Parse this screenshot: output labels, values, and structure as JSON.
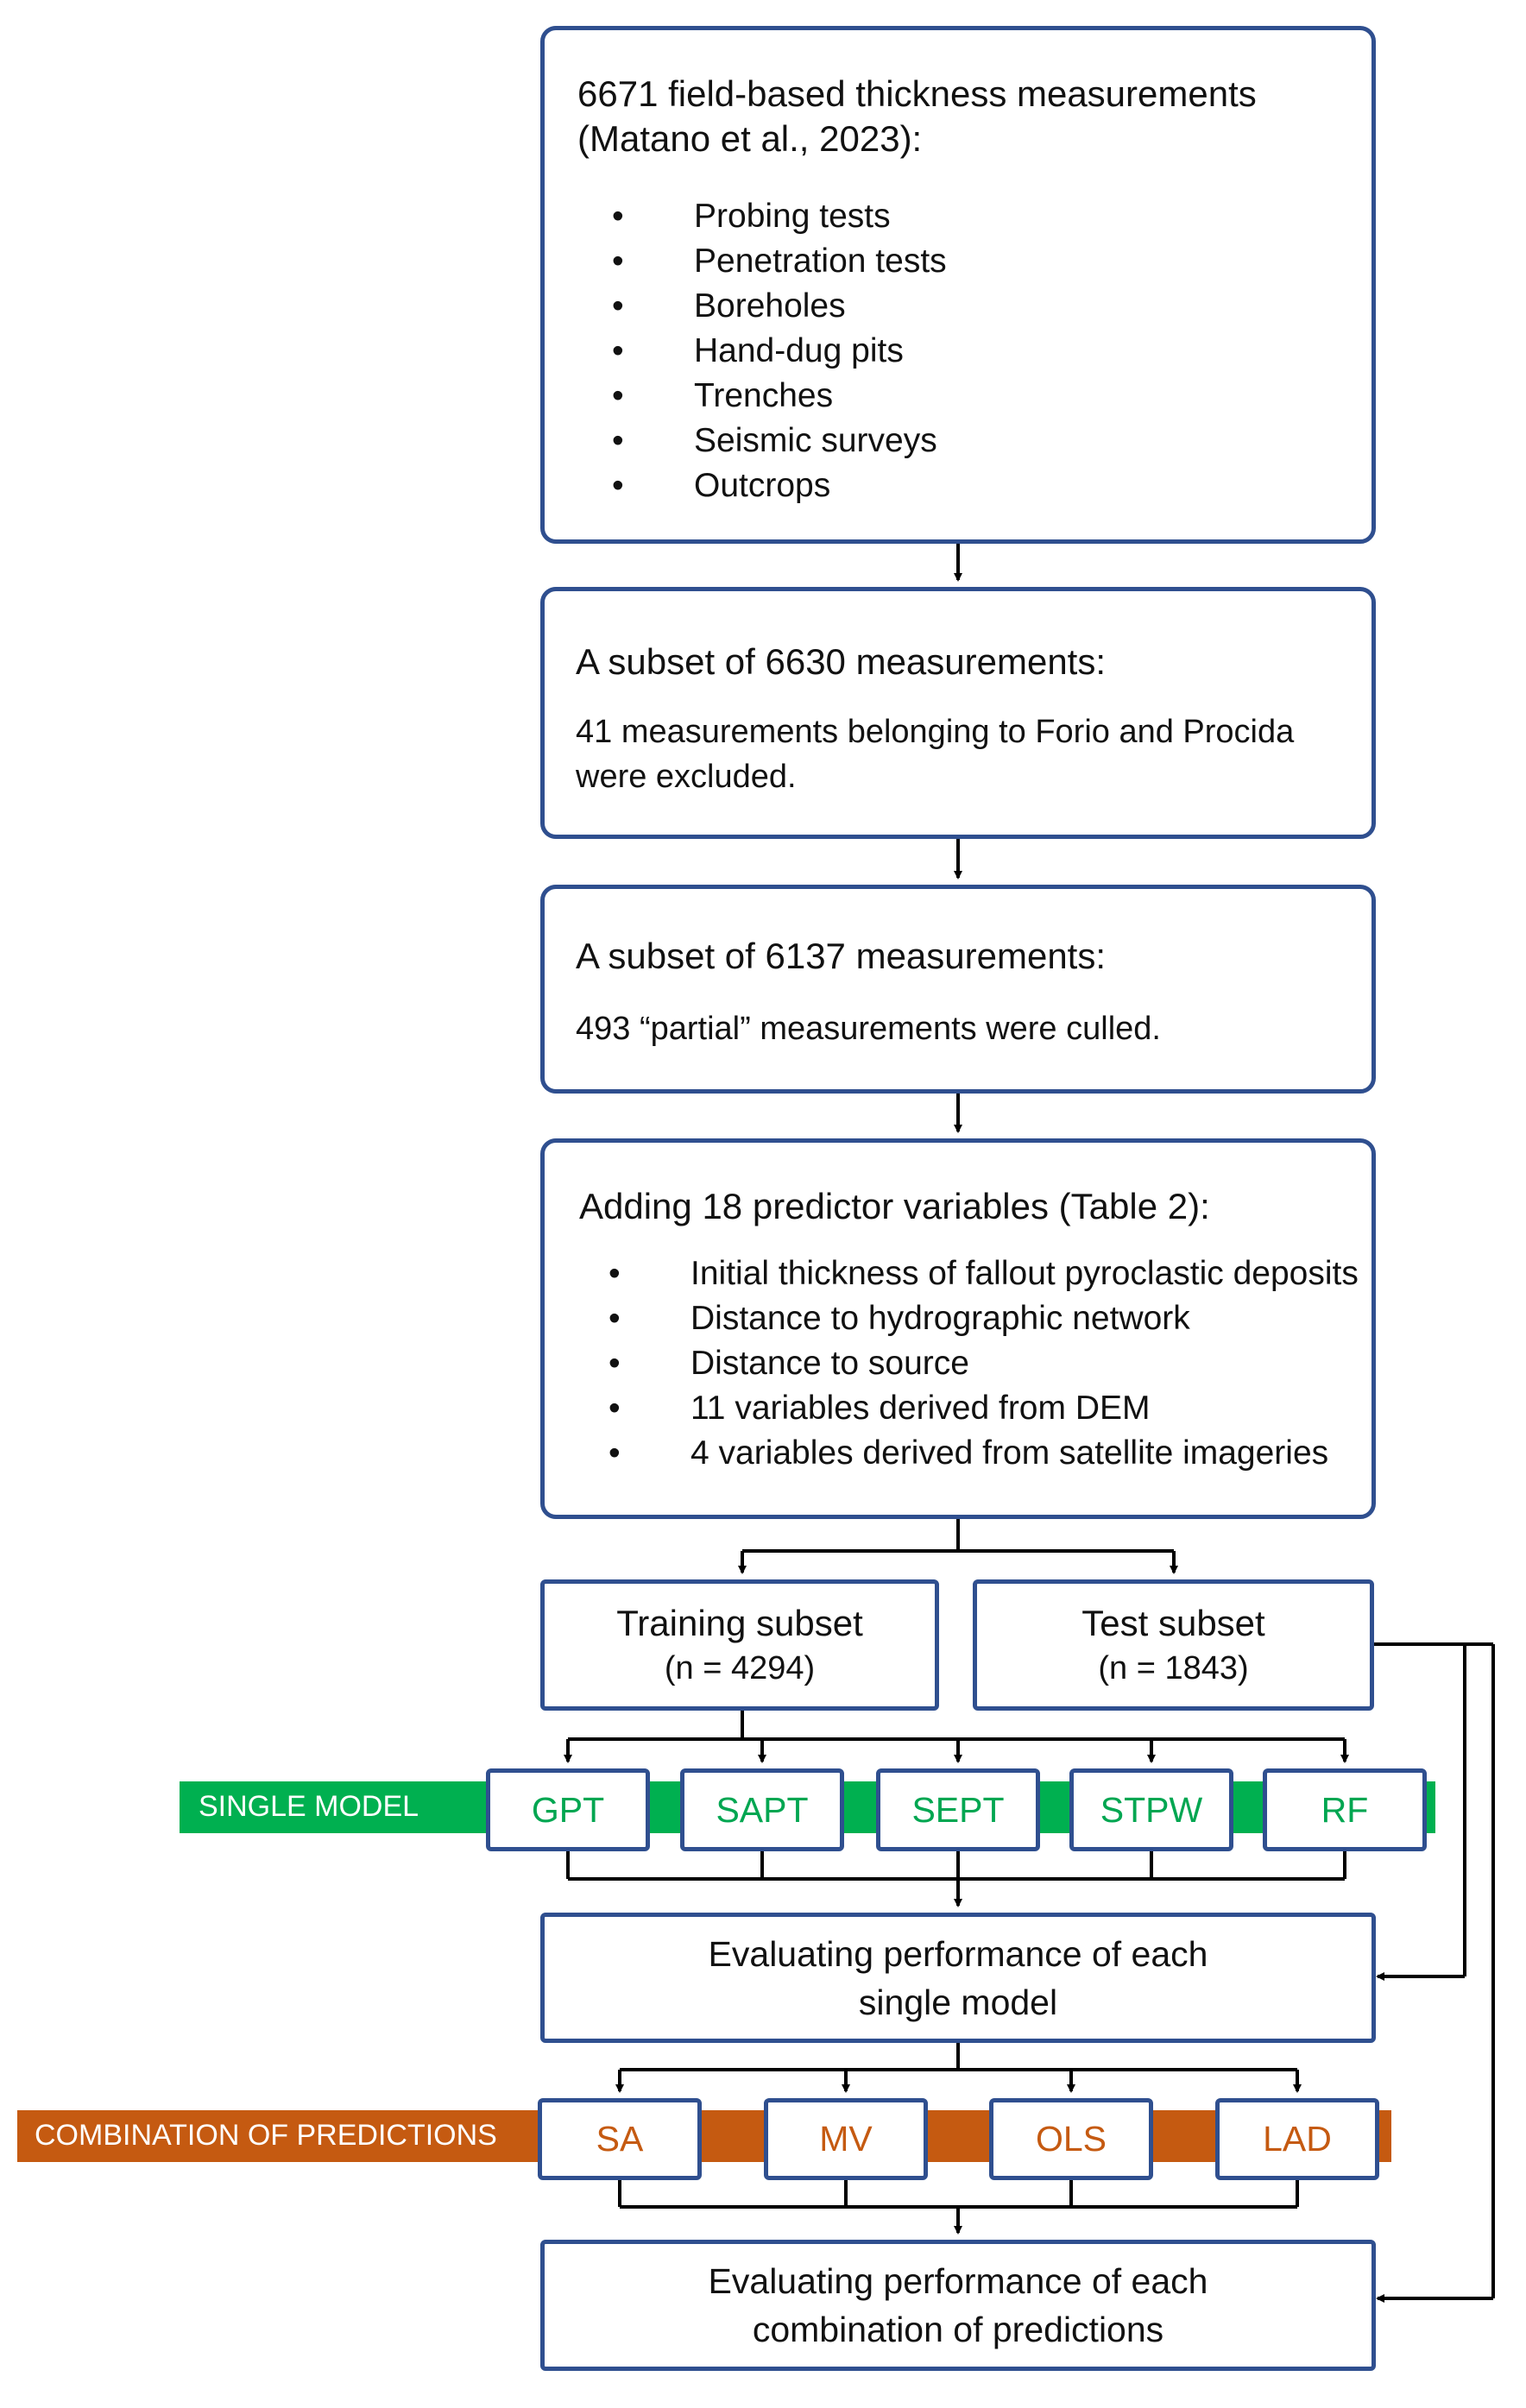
{
  "box1": {
    "title_line1": "6671 field-based thickness measurements",
    "title_line2": "(Matano et al., 2023):",
    "bullets": [
      "Probing tests",
      "Penetration tests",
      "Boreholes",
      "Hand-dug pits",
      "Trenches",
      "Seismic surveys",
      "Outcrops"
    ]
  },
  "box2": {
    "title": "A subset of 6630 measurements:",
    "line1": "41  measurements  belonging  to  Forio  and  Procida",
    "line2": "were excluded."
  },
  "box3": {
    "title": "A subset of 6137 measurements:",
    "line1": "493 “partial” measurements were culled."
  },
  "box4": {
    "title": "Adding 18 predictor variables (Table 2):",
    "bullets": [
      "Initial thickness of fallout pyroclastic deposits",
      "Distance to hydrographic network",
      "Distance to source",
      "11 variables derived from DEM",
      "4 variables derived from satellite imageries"
    ]
  },
  "training": {
    "label": "Training subset",
    "n": "(n = 4294)"
  },
  "test": {
    "label": "Test subset",
    "n": "(n = 1843)"
  },
  "single_model": {
    "band_label": "SINGLE MODEL",
    "band_color": "#00b050",
    "text_color": "#00a651",
    "models": [
      "GPT",
      "SAPT",
      "SEPT",
      "STPW",
      "RF"
    ]
  },
  "eval1": {
    "line1": "Evaluating performance of each",
    "line2": "single model"
  },
  "combination": {
    "band_label": "COMBINATION OF PREDICTIONS",
    "band_color": "#c55a11",
    "text_color": "#c55a11",
    "methods": [
      "SA",
      "MV",
      "OLS",
      "LAD"
    ]
  },
  "eval2": {
    "line1": "Evaluating performance of each",
    "line2": "combination of predictions"
  },
  "colors": {
    "box_border": "#2f4f8f",
    "arrow": "#000000"
  }
}
